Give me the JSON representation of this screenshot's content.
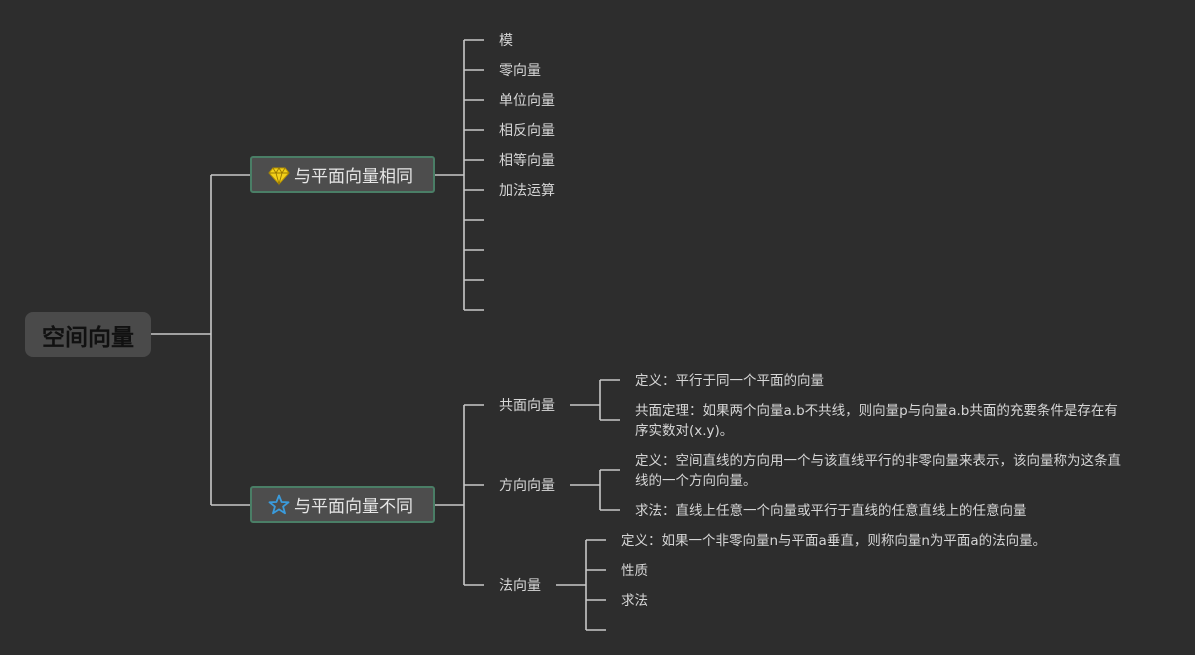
{
  "root": {
    "label": "空间向量"
  },
  "branch_same": {
    "label": "与平面向量相同",
    "icon": "diamond-icon",
    "icon_color": "#f2d01a",
    "items": [
      "模",
      "零向量",
      "单位向量",
      "相反向量",
      "相等向量",
      "加法运算",
      "",
      "",
      "",
      ""
    ]
  },
  "branch_diff": {
    "label": "与平面向量不同",
    "icon": "star-outline-icon",
    "icon_color": "#3a9bdc",
    "groups": [
      {
        "label": "共面向量",
        "items": [
          "定义：平行于同一个平面的向量",
          "共面定理：如果两个向量a.b不共线，则向量p与向量a.b共面的充要条件是存在有序实数对(x.y)。"
        ]
      },
      {
        "label": "方向向量",
        "items": [
          "定义：空间直线的方向用一个与该直线平行的非零向量来表示，该向量称为这条直线的一个方向向量。",
          "求法：直线上任意一个向量或平行于直线的任意直线上的任意向量"
        ]
      },
      {
        "label": "法向量",
        "items": [
          "定义：如果一个非零向量n与平面a垂直，则称向量n为平面a的法向量。",
          "性质",
          "求法",
          ""
        ]
      }
    ]
  },
  "colors": {
    "background": "#2d2d2d",
    "connector": "#c8c8c8",
    "node_border": "#4a7e66"
  }
}
